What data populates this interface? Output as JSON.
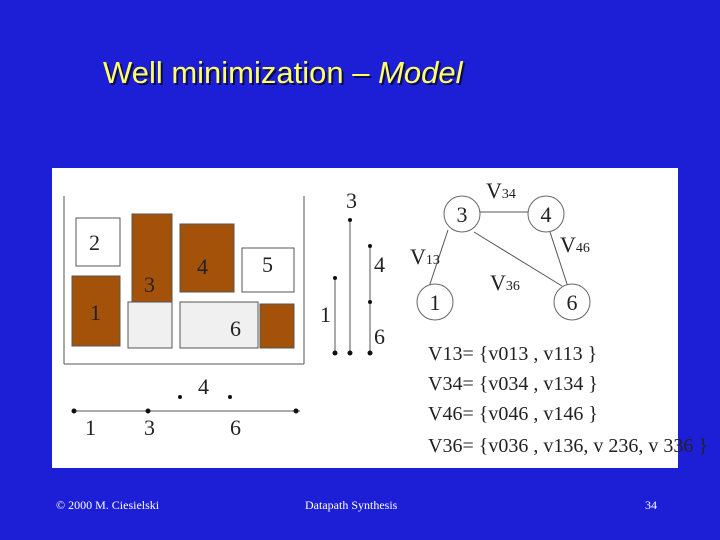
{
  "slide": {
    "title_main": "Well minimization – ",
    "title_italic": "Model"
  },
  "floorplan": {
    "blocks": [
      {
        "label": "2",
        "fill": "#ffffff"
      },
      {
        "label": "4",
        "fill": "#a45209"
      },
      {
        "label": "1",
        "fill": "#a45209"
      },
      {
        "label": "3",
        "fill": "#f0f0f0"
      },
      {
        "label": "4",
        "fill": "#a45209"
      },
      {
        "label": "5",
        "fill": "#ffffff"
      },
      {
        "label": "6",
        "fill": "#f0f0f0"
      },
      {
        "label": "6",
        "fill": "#a45209"
      }
    ]
  },
  "bottom_axis": {
    "labels": [
      "1",
      "3",
      "6"
    ],
    "above_label": "4"
  },
  "vertical_constraint": {
    "labels": [
      "3",
      "4",
      "1",
      "6"
    ]
  },
  "graph": {
    "nodes": [
      {
        "id": "n3",
        "label": "3"
      },
      {
        "id": "n4",
        "label": "4"
      },
      {
        "id": "n1",
        "label": "1"
      },
      {
        "id": "n6",
        "label": "6"
      }
    ],
    "edges": [
      {
        "base": "V",
        "sub": "34"
      },
      {
        "base": "V",
        "sub": "46"
      },
      {
        "base": "V",
        "sub": "13"
      },
      {
        "base": "V",
        "sub": "36"
      }
    ]
  },
  "equations": [
    {
      "lhs": "V13",
      "rhs": "= {v013 , v113 }"
    },
    {
      "lhs": "V34",
      "rhs": "= {v034 , v134 }"
    },
    {
      "lhs": "V46",
      "rhs": "= {v046 , v146 }"
    },
    {
      "lhs": "V36",
      "rhs": "= {v036 , v136, v 236, v 336 }"
    }
  ],
  "footer": {
    "left": "© 2000 M. Ciesielski",
    "center": "Datapath Synthesis",
    "right": "34"
  }
}
